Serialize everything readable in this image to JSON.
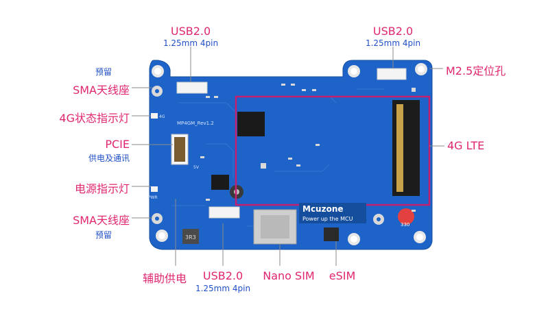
{
  "labels": {
    "usb_top_left": {
      "title": "USB2.0",
      "sub": "1.25mm 4pin"
    },
    "usb_top_right": {
      "title": "USB2.0",
      "sub": "1.25mm 4pin"
    },
    "m25_hole": "M2.5定位孔",
    "sma_top": {
      "title": "SMA天线座",
      "note": "预留"
    },
    "led_4g": "4G状态指示灯",
    "pcie": {
      "title": "PCIE",
      "sub": "供电及通讯"
    },
    "led_power": "电源指示灯",
    "sma_bottom": {
      "title": "SMA天线座",
      "note": "预留"
    },
    "lte_4g": "4G LTE",
    "aux_power": "辅助供电",
    "usb_bottom": {
      "title": "USB2.0",
      "sub": "1.25mm 4pin"
    },
    "nano_sim": "Nano SIM",
    "esim": "eSIM"
  },
  "board": {
    "brand": "Mcuzone",
    "slogan": "Power up the MCU",
    "revision": "MP4GM_Rev1.2",
    "silk_4g": "4G",
    "silk_pwr": "PWR",
    "silk_5v": "5V",
    "inductor": "3R3",
    "cap": "330"
  },
  "colors": {
    "label_red": "#e0266f",
    "label_blue": "#1f4fc8",
    "pcb_blue": "#1e63c8",
    "highlight_box": "#c41f6e"
  }
}
